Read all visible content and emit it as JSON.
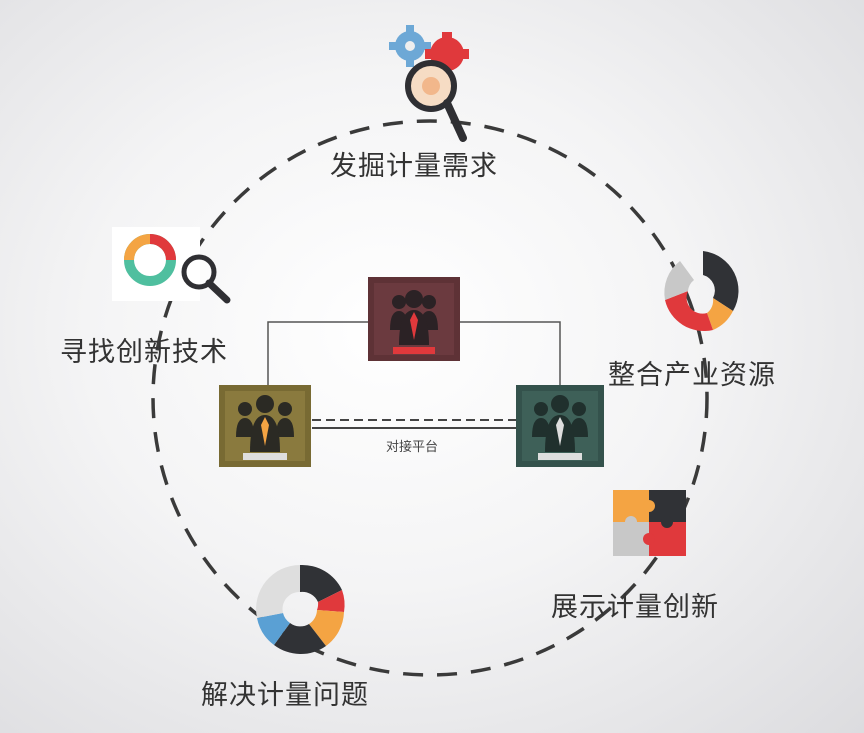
{
  "nodes": {
    "top": {
      "label": "发掘计量需求"
    },
    "left": {
      "label": "寻找创新技术"
    },
    "right_top": {
      "label": "整合产业资源"
    },
    "right_bottom": {
      "label": "展示计量创新"
    },
    "bottom": {
      "label": "解决计量问题"
    }
  },
  "center": {
    "bridge_label": "对接平台",
    "boxes": [
      {
        "id": "top",
        "color": "#5e3236"
      },
      {
        "id": "left",
        "color": "#786a33"
      },
      {
        "id": "right",
        "color": "#34524c"
      }
    ]
  },
  "colors": {
    "red": "#e0393c",
    "dark": "#303236",
    "orange": "#f4a443",
    "grey": "#c8c8c8",
    "blue": "#5aa0d4",
    "teal": "#4fbf9f"
  }
}
